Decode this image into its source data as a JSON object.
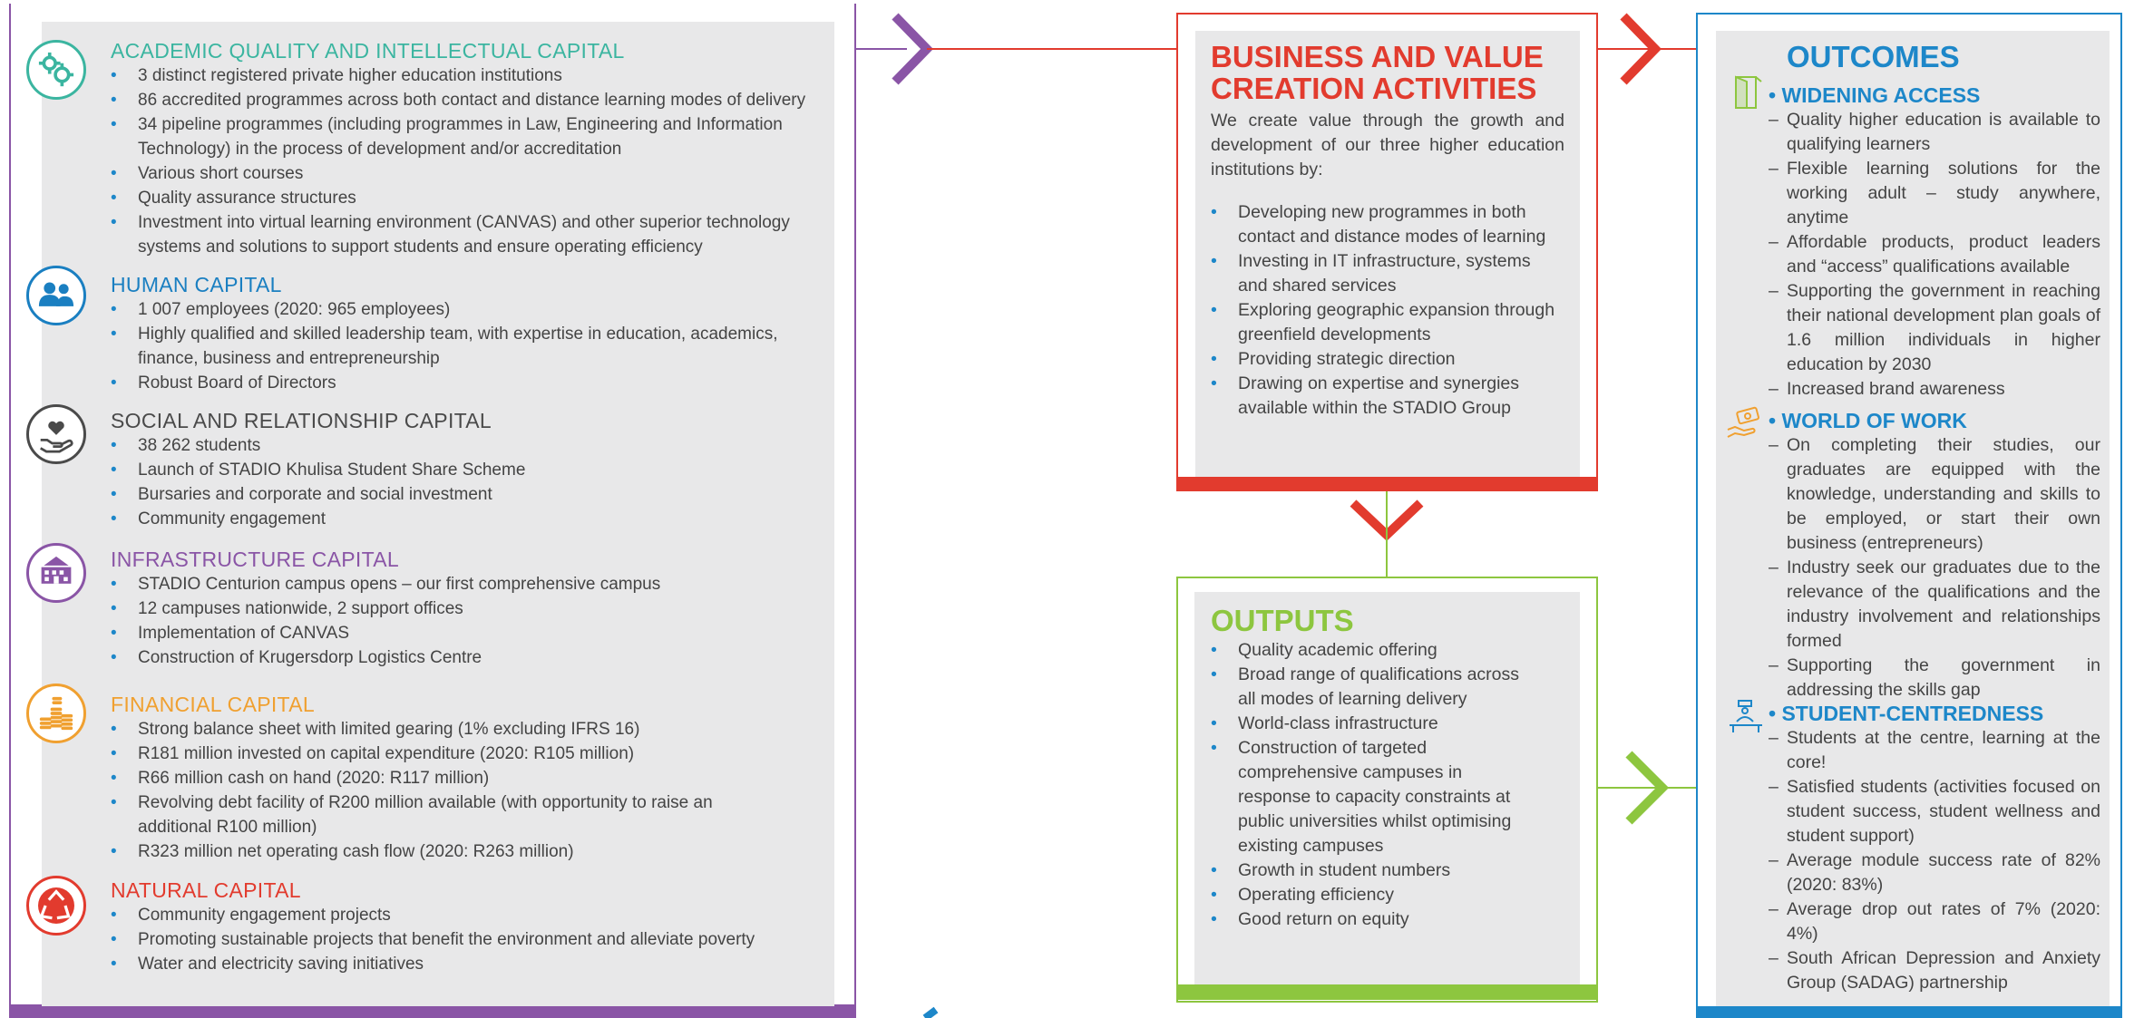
{
  "capitals": {
    "academic": {
      "title": "ACADEMIC QUALITY AND INTELLECTUAL CAPITAL",
      "color": "#3bb5a0",
      "icon": "gears-icon",
      "items": [
        "3 distinct registered private higher education institutions",
        "86 accredited programmes across both contact and distance learning modes of delivery",
        "34 pipeline programmes (including programmes in Law, Engineering and Information Technology) in the process of development and/or accreditation",
        "Various short courses",
        "Quality assurance structures",
        "Investment into virtual learning environment (CANVAS) and other superior technology systems and solutions to support students and ensure operating efficiency"
      ]
    },
    "human": {
      "title": "HUMAN CAPITAL",
      "color": "#1a7fc1",
      "icon": "people-icon",
      "items": [
        "1 007 employees (2020: 965 employees)",
        "Highly qualified and skilled leadership team, with expertise in education, academics, finance, business and entrepreneurship",
        "Robust Board of Directors"
      ]
    },
    "social": {
      "title": "SOCIAL AND RELATIONSHIP CAPITAL",
      "color": "#4a4a4a",
      "icon": "heart-hand-icon",
      "items": [
        "38 262 students",
        "Launch of STADIO Khulisa Student Share Scheme",
        "Bursaries and corporate and social investment",
        "Community engagement"
      ]
    },
    "infrastructure": {
      "title": "INFRASTRUCTURE CAPITAL",
      "color": "#8a55a6",
      "icon": "building-icon",
      "items": [
        "STADIO Centurion campus opens – our first comprehensive campus",
        "12 campuses nationwide, 2 support offices",
        "Implementation of CANVAS",
        "Construction of Krugersdorp Logistics Centre"
      ]
    },
    "financial": {
      "title": "FINANCIAL CAPITAL",
      "color": "#f0a030",
      "icon": "coins-icon",
      "items": [
        "Strong balance sheet with limited gearing (1% excluding IFRS 16)",
        "R181 million invested on capital expenditure (2020: R105 million)",
        "R66 million cash on hand (2020: R117 million)",
        "Revolving debt facility of R200 million available (with opportunity to raise an additional R100 million)",
        "R323 million net operating cash flow (2020: R263 million)"
      ]
    },
    "natural": {
      "title": "NATURAL CAPITAL",
      "color": "#e23b2e",
      "icon": "recycle-icon",
      "items": [
        "Community engagement projects",
        "Promoting sustainable projects that benefit the environment and alleviate poverty",
        "Water and electricity saving initiatives"
      ]
    }
  },
  "business": {
    "title_line1": "BUSINESS AND VALUE",
    "title_line2": "CREATION ACTIVITIES",
    "color": "#e23b2e",
    "intro": "We create value through the growth and development of our three higher education institutions by:",
    "items": [
      "Developing new programmes in both contact and distance modes of learning",
      "Investing in IT infrastructure, systems and shared services",
      "Exploring geographic expansion through greenfield developments",
      "Providing strategic direction",
      "Drawing on expertise and synergies available within the STADIO Group"
    ]
  },
  "outputs": {
    "title": "OUTPUTS",
    "color": "#8dc63f",
    "items": [
      "Quality academic offering",
      "Broad range of qualifications across all modes of learning delivery",
      "World-class infrastructure",
      "Construction of targeted comprehensive campuses in response to capacity constraints at public universities whilst optimising existing campuses",
      "Growth in student numbers",
      "Operating efficiency",
      "Good return on equity"
    ]
  },
  "outcomes": {
    "title": "OUTCOMES",
    "color": "#1d87c9",
    "widening": {
      "title": "• WIDENING ACCESS",
      "icon": "door-icon",
      "items": [
        "Quality higher education is available to qualifying learners",
        "Flexible learning solutions for the working adult – study anywhere, anytime",
        "Affordable products, product leaders and “access” qualifications available",
        "Supporting the government in reaching their national development plan goals of 1.6 million individuals in higher education by 2030",
        "Increased brand awareness"
      ]
    },
    "work": {
      "title": "• WORLD OF WORK",
      "icon": "money-hand-icon",
      "items": [
        "On completing their studies, our graduates are equipped with the knowledge, understanding and skills to be employed, or start their own business (entrepreneurs)",
        "Industry seek our graduates due to the relevance of the qualifications and the industry involvement and relationships formed",
        "Supporting the government in addressing the skills gap"
      ]
    },
    "student": {
      "title": "• STUDENT-CENTREDNESS",
      "icon": "student-desk-icon",
      "items": [
        "Students at the centre, learning at the core!",
        "Satisfied students (activities focused on student success, student wellness and student support)",
        "Average module success rate of 82% (2020: 83%)",
        "Average drop out rates of 7% (2020: 4%)",
        "South African Depression and Anxiety Group (SADAG) partnership"
      ]
    }
  }
}
